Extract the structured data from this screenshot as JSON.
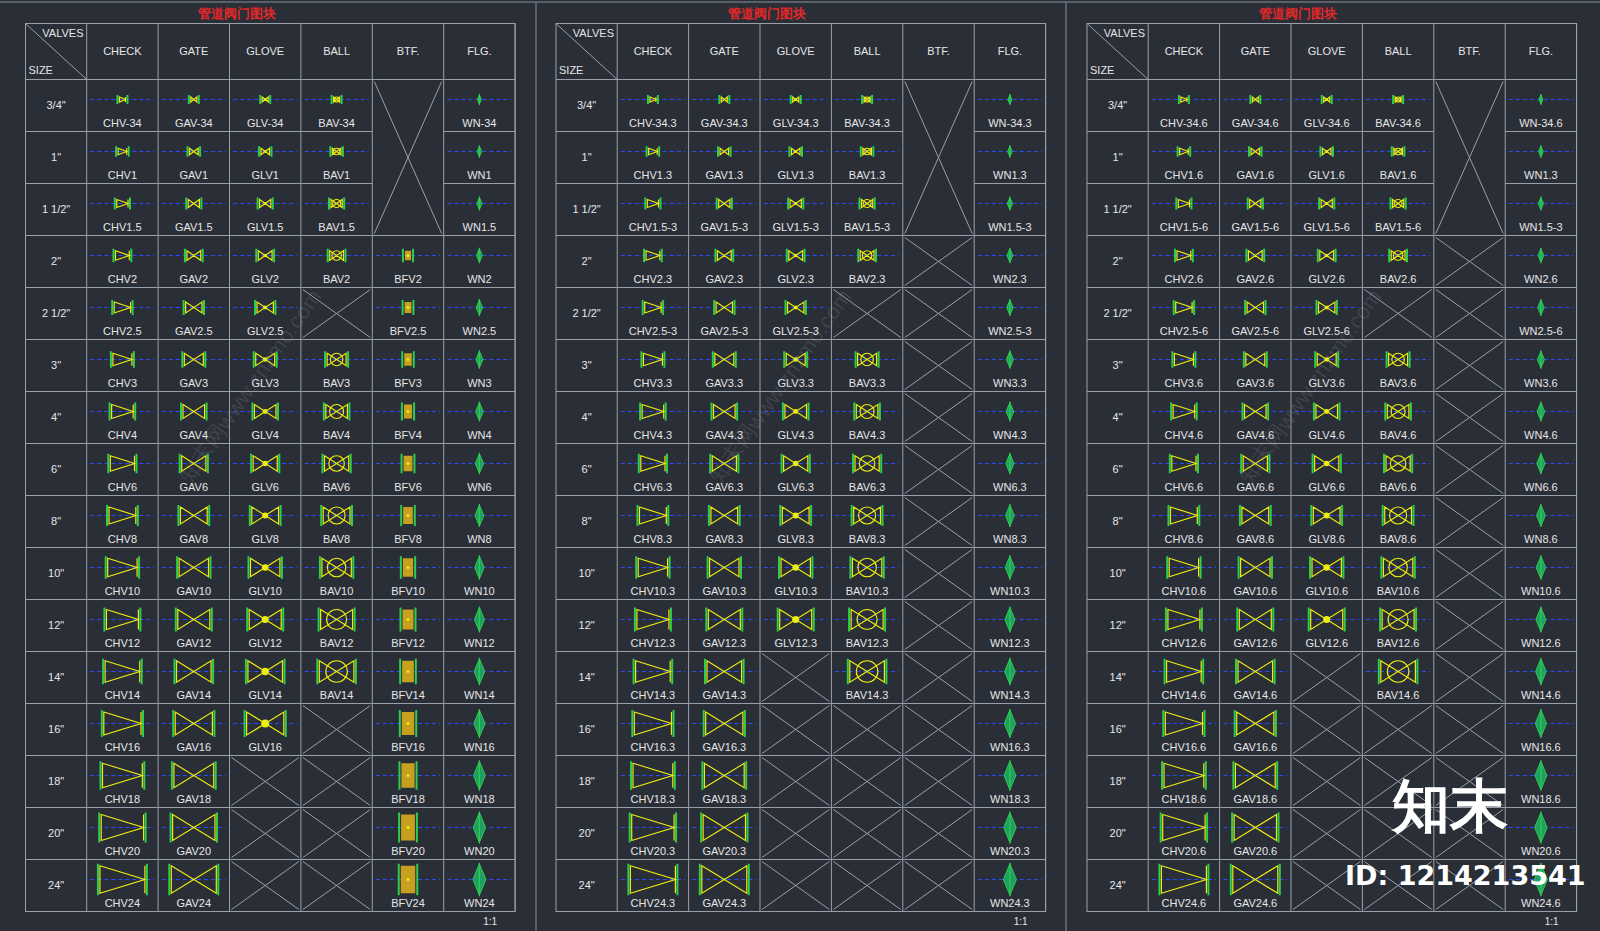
{
  "diagram": {
    "labels": [
      "管道阀门图块",
      "VALVES",
      "SIZE",
      "CHECK",
      "GATE",
      "GLOVE",
      "BALL",
      "BTF.",
      "FLG.",
      "3/4\"",
      "CHV-34",
      "GAV-34",
      "GLV-34",
      "BAV-34",
      "WN-34",
      "1\"",
      "CHV1",
      "GAV1",
      "GLV1",
      "BAV1",
      "WN1",
      "1 1/2\"",
      "CHV1.5",
      "GAV1.5",
      "GLV1.5",
      "BAV1.5",
      "WN1.5",
      "2\"",
      "CHV2",
      "GAV2",
      "GLV2",
      "BAV2",
      "BFV2",
      "WN2",
      "2 1/2\"",
      "CHV2.5",
      "GAV2.5",
      "GLV2.5",
      "BFV2.5",
      "WN2.5",
      "3\"",
      "CHV3",
      "GAV3",
      "GLV3",
      "BAV3",
      "BFV3",
      "WN3",
      "4\"",
      "CHV4",
      "GAV4",
      "GLV4",
      "BAV4",
      "BFV4",
      "WN4",
      "6\"",
      "CHV6",
      "GAV6",
      "GLV6",
      "BAV6",
      "BFV6",
      "WN6",
      "8\"",
      "CHV8",
      "GAV8",
      "GLV8",
      "BAV8",
      "BFV8",
      "WN8",
      "10\"",
      "CHV10",
      "GAV10",
      "GLV10",
      "BAV10",
      "BFV10",
      "WN10",
      "12\"",
      "CHV12",
      "GAV12",
      "GLV12",
      "BAV12",
      "BFV12",
      "WN12",
      "14\"",
      "CHV14",
      "GAV14",
      "GLV14",
      "BAV14",
      "BFV14",
      "WN14",
      "16\"",
      "CHV16",
      "GAV16",
      "GLV16",
      "BFV16",
      "WN16",
      "18\"",
      "CHV18",
      "GAV18",
      "BFV18",
      "WN18",
      "20\"",
      "CHV20",
      "GAV20",
      "BFV20",
      "WN20",
      "24\"",
      "CHV24",
      "GAV24",
      "BFV24",
      "WN24",
      "1:1",
      "管道阀门图块",
      "VALVES",
      "SIZE",
      "CHECK",
      "GATE",
      "GLOVE",
      "BALL",
      "BTF.",
      "FLG.",
      "3/4\"",
      "CHV-34.3",
      "GAV-34.3",
      "GLV-34.3",
      "BAV-34.3",
      "WN-34.3",
      "1\"",
      "CHV1.3",
      "GAV1.3",
      "GLV1.3",
      "BAV1.3",
      "WN1.3",
      "1 1/2\"",
      "CHV1.5-3",
      "GAV1.5-3",
      "GLV1.5-3",
      "BAV1.5-3",
      "WN1.5-3",
      "2\"",
      "CHV2.3",
      "GAV2.3",
      "GLV2.3",
      "BAV2.3",
      "WN2.3",
      "2 1/2\"",
      "CHV2.5-3",
      "GAV2.5-3",
      "GLV2.5-3",
      "WN2.5-3",
      "3\"",
      "CHV3.3",
      "GAV3.3",
      "GLV3.3",
      "BAV3.3",
      "WN3.3",
      "4\"",
      "CHV4.3",
      "GAV4.3",
      "GLV4.3",
      "BAV4.3",
      "WN4.3",
      "6\"",
      "CHV6.3",
      "GAV6.3",
      "GLV6.3",
      "BAV6.3",
      "WN6.3",
      "8\"",
      "CHV8.3",
      "GAV8.3",
      "GLV8.3",
      "BAV8.3",
      "WN8.3",
      "10\"",
      "CHV10.3",
      "GAV10.3",
      "GLV10.3",
      "BAV10.3",
      "WN10.3",
      "12\"",
      "CHV12.3",
      "GAV12.3",
      "GLV12.3",
      "BAV12.3",
      "WN12.3",
      "14\"",
      "CHV14.3",
      "GAV14.3",
      "BAV14.3",
      "WN14.3",
      "16\"",
      "CHV16.3",
      "GAV16.3",
      "WN16.3",
      "18\"",
      "CHV18.3",
      "GAV18.3",
      "WN18.3",
      "20\"",
      "CHV20.3",
      "GAV20.3",
      "WN20.3",
      "24\"",
      "CHV24.3",
      "GAV24.3",
      "WN24.3",
      "1:1",
      "管道阀门图块",
      "VALVES",
      "SIZE",
      "CHECK",
      "GATE",
      "GLOVE",
      "BALL",
      "BTF.",
      "FLG.",
      "3/4\"",
      "CHV-34.6",
      "GAV-34.6",
      "GLV-34.6",
      "BAV-34.6",
      "WN-34.6",
      "1\"",
      "CHV1.6",
      "GAV1.6",
      "GLV1.6",
      "BAV1.6",
      "WN1.3",
      "1 1/2\"",
      "CHV1.5-6",
      "GAV1.5-6",
      "GLV1.5-6",
      "BAV1.5-6",
      "WN1.5-3",
      "2\"",
      "CHV2.6",
      "GAV2.6",
      "GLV2.6",
      "BAV2.6",
      "WN2.6",
      "2 1/2\"",
      "CHV2.5-6",
      "GAV2.5-6",
      "GLV2.5-6",
      "WN2.5-6",
      "3\"",
      "CHV3.6",
      "GAV3.6",
      "GLV3.6",
      "BAV3.6",
      "WN3.6",
      "4\"",
      "CHV4.6",
      "GAV4.6",
      "GLV4.6",
      "BAV4.6",
      "WN4.6",
      "6\"",
      "CHV6.6",
      "GAV6.6",
      "GLV6.6",
      "BAV6.6",
      "WN6.6",
      "8\"",
      "CHV8.6",
      "GAV8.6",
      "GLV8.6",
      "BAV8.6",
      "WN8.6",
      "10\"",
      "CHV10.6",
      "GAV10.6",
      "GLV10.6",
      "BAV10.6",
      "WN10.6",
      "12\"",
      "CHV12.6",
      "GAV12.6",
      "GLV12.6",
      "BAV12.6",
      "WN12.6",
      "14\"",
      "CHV14.6",
      "GAV14.6",
      "BAV14.6",
      "WN14.6",
      "16\"",
      "CHV16.6",
      "GAV16.6",
      "WN16.6",
      "18\"",
      "CHV18.6",
      "GAV18.6",
      "WN18.6",
      "20\"",
      "CHV20.6",
      "GAV20.6",
      "WN20.6",
      "24\"",
      "CHV24.6",
      "GAV24.6",
      "WN24.6",
      "1:1",
      "知末网www.znzmo.com",
      "知末网www.znzmo.com",
      "知末网www.znzmo.com",
      "知末",
      "ID: 1214213541"
    ]
  }
}
